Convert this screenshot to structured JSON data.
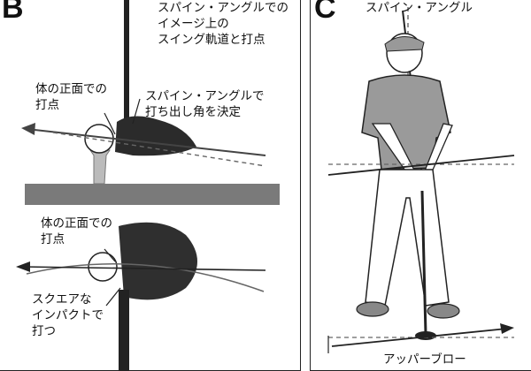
{
  "panel_b": {
    "letter": "B",
    "labels": {
      "swing_path_title": "スパイン・アングルでの\nイメージ上の\nスイング軌道と打点",
      "impact_point_top": "体の正面での\n打点",
      "spine_angle_decides": "スパイン・アングルで\n打ち出し角を決定",
      "impact_point_bottom": "体の正面での\n打点",
      "square_impact": "スクエアな\nインパクトで\n打つ"
    }
  },
  "panel_c": {
    "letter": "C",
    "labels": {
      "spine_angle": "スパイン・アングル",
      "upper_blow": "アッパーブロー"
    }
  },
  "colors": {
    "ink": "#222222",
    "club_head": "#2b2b2b",
    "ground": "#7a7a7a",
    "shirt": "#9a9a9a",
    "line_gray": "#666666"
  }
}
